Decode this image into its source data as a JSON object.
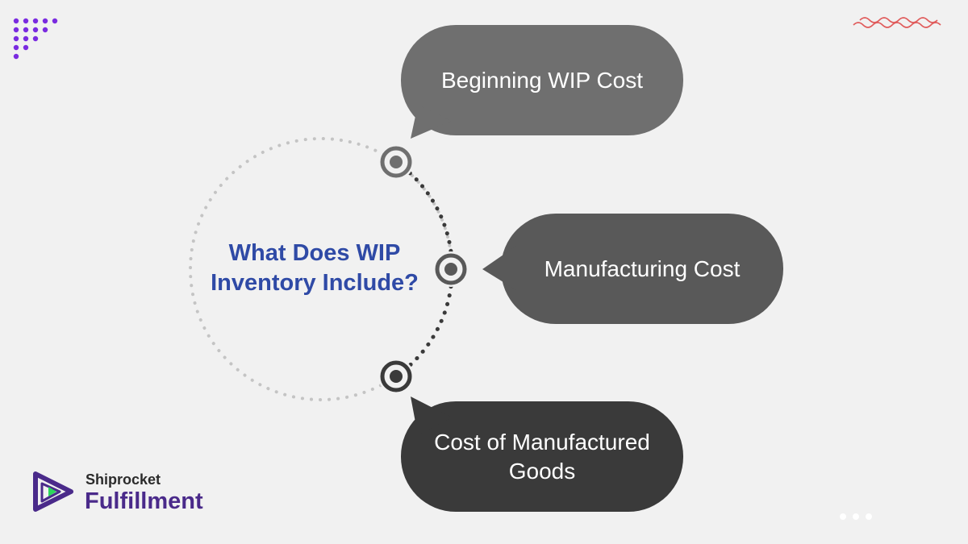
{
  "center": {
    "line1": "What Does WIP",
    "line2": "Inventory Include?"
  },
  "items": [
    {
      "label": "Beginning WIP Cost"
    },
    {
      "label": "Manufacturing Cost"
    },
    {
      "label_line1": "Cost of Manufactured",
      "label_line2": "Goods"
    }
  ],
  "logo": {
    "top": "Shiprocket",
    "bottom": "Fulfillment"
  },
  "colors": {
    "background": "#f1f1f1",
    "title": "#2f4aa6",
    "bubble1": "#6f6f6f",
    "bubble2": "#595959",
    "bubble3": "#3a3a3a",
    "brand": "#4a2a8a",
    "accent_red": "#e05b5b",
    "dots_purple": "#7a2be0"
  }
}
